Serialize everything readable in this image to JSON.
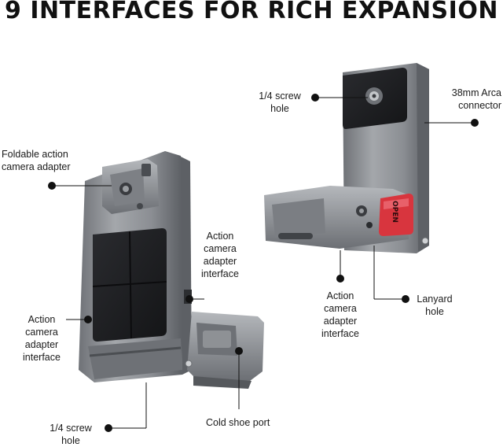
{
  "title": "9 INTERFACES FOR RICH EXPANSION",
  "labels": {
    "screw_top_1": "1/4 screw",
    "screw_top_2": "hole",
    "arca_1": "38mm Arca",
    "arca_2": "connector",
    "foldable_1": "Foldable action",
    "foldable_2": "camera adapter",
    "action_mid_1": "Action",
    "action_mid_2": "camera",
    "action_mid_3": "adapter",
    "action_mid_4": "interface",
    "action_left_1": "Action",
    "action_left_2": "camera",
    "action_left_3": "adapter",
    "action_left_4": "interface",
    "action_right_1": "Action",
    "action_right_2": "camera",
    "action_right_3": "adapter",
    "action_right_4": "interface",
    "lanyard_1": "Lanyard",
    "lanyard_2": "hole",
    "screw_bottom_1": "1/4 screw",
    "screw_bottom_2": "hole",
    "cold_shoe": "Cold shoe port"
  },
  "product_text": {
    "open_tab": "OPEN"
  },
  "colors": {
    "metal": "#8a8d92",
    "metal_dark": "#55585d",
    "pad": "#1d1e21",
    "red_tab": "#d8353e",
    "callout": "#111111"
  }
}
